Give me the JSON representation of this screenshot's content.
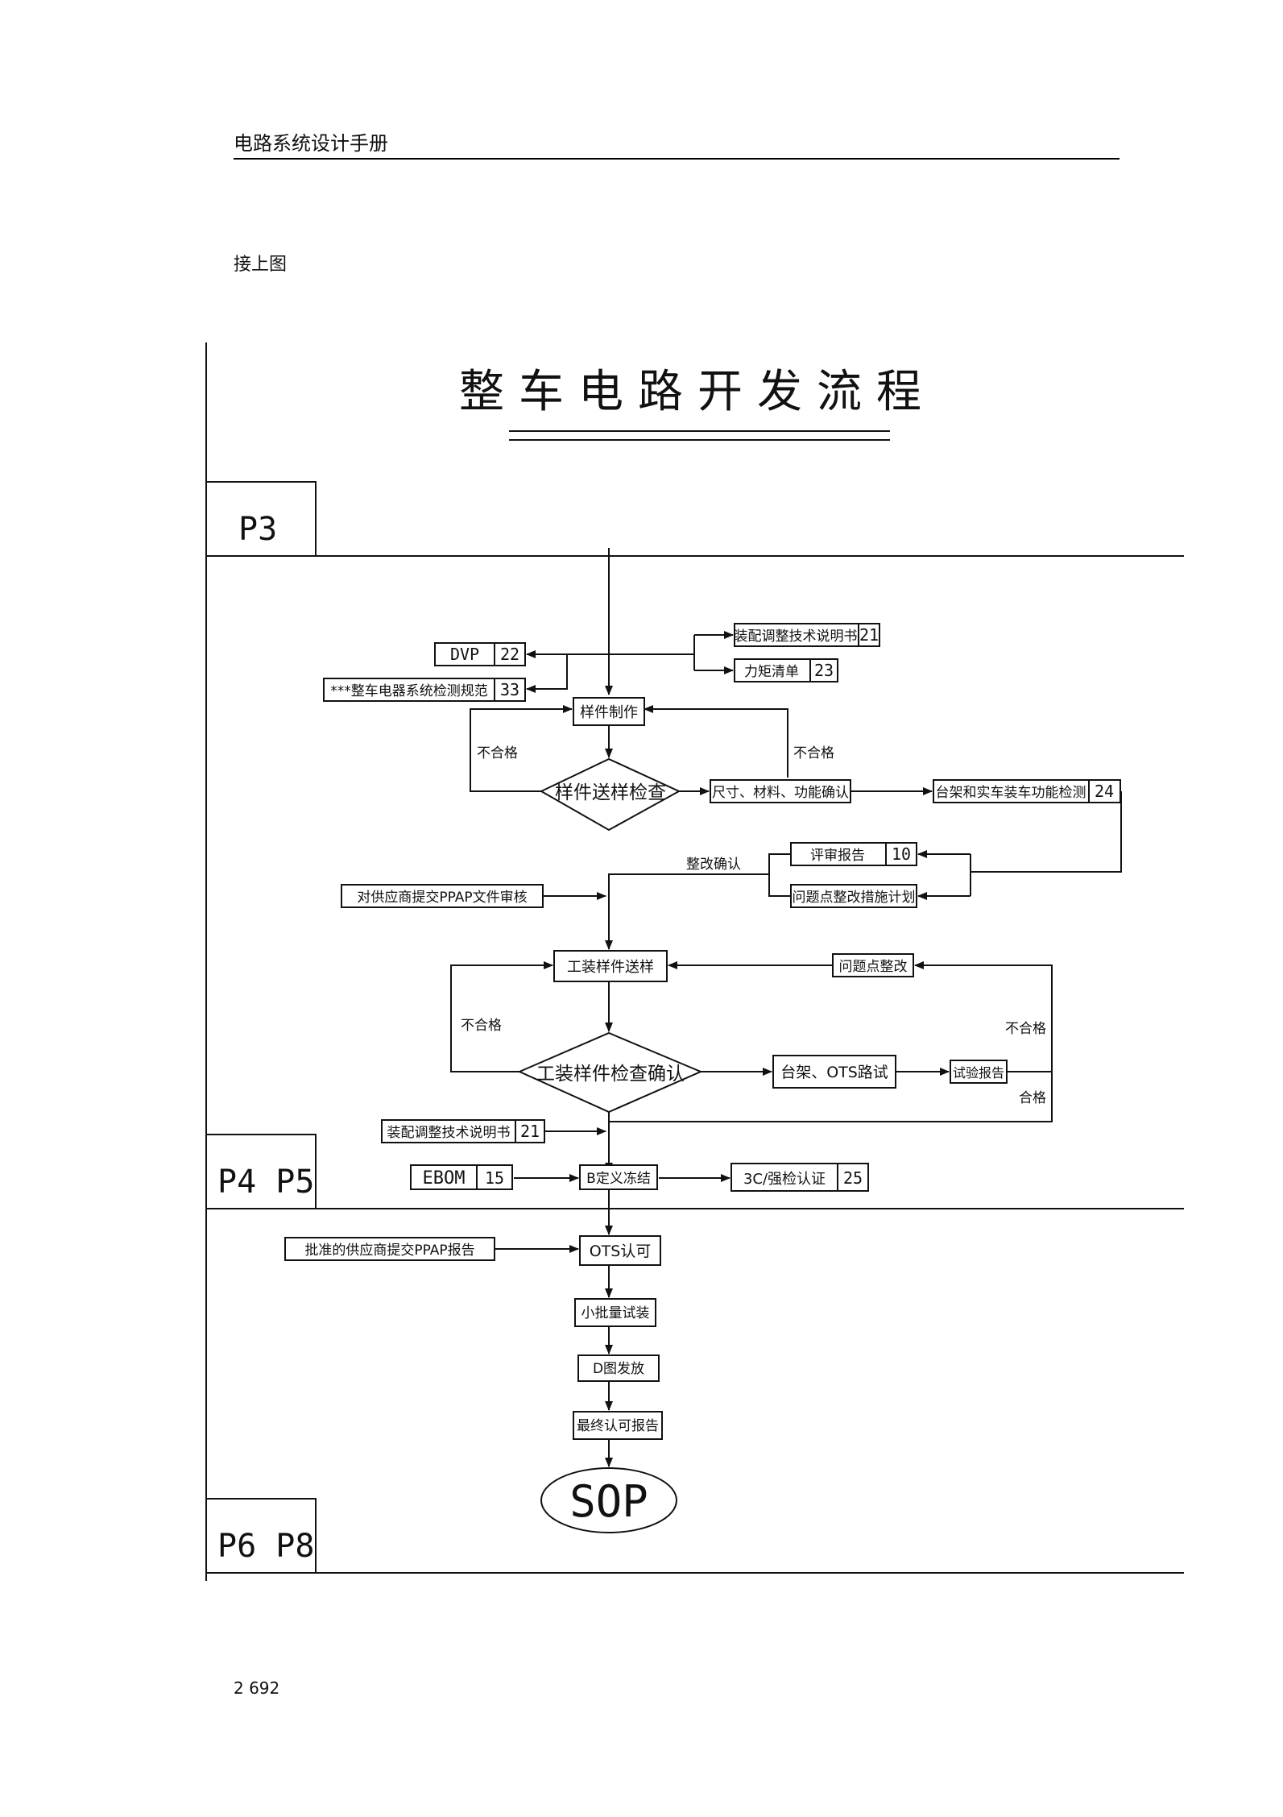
{
  "header": {
    "title": "电路系统设计手册"
  },
  "subtitle": "接上图",
  "footer": {
    "page_number": "2 692"
  },
  "diagram": {
    "title": "整车电路开发流程",
    "phases": {
      "p3": "P3",
      "p4p5": "P4 P5",
      "p6p8": "P6 P8"
    },
    "nodes": {
      "dvp": "DVP",
      "dvp_num": "22",
      "spec": "***整车电器系统检测规范",
      "spec_num": "33",
      "assembly_doc_top": "装配调整技术说明书",
      "assembly_doc_top_num": "21",
      "torque_list": "力矩清单",
      "torque_list_num": "23",
      "sample_make": "样件制作",
      "sample_check": "样件送样检查",
      "size_check": "尺寸、材料、功能确认",
      "bench_check": "台架和实车装车功能检测",
      "bench_check_num": "24",
      "review_report": "评审报告",
      "review_report_num": "10",
      "issue_plan": "问题点整改措施计划",
      "ppap_review": "对供应商提交PPAP文件审核",
      "tooling_sample": "工装样件送样",
      "issue_fix": "问题点整改",
      "tooling_check": "工装样件检查确认",
      "bench_ots": "台架、OTS路试",
      "test_report": "试验报告",
      "assembly_doc_bottom": "装配调整技术说明书",
      "assembly_doc_bottom_num": "21",
      "ebom": "EBOM",
      "ebom_num": "15",
      "b_freeze": "B定义冻结",
      "cert_3c": "3C/强检认证",
      "cert_3c_num": "25",
      "ppap_submit": "批准的供应商提交PPAP报告",
      "ots_approve": "OTS认可",
      "small_batch": "小批量试装",
      "d_release": "D图发放",
      "final_approval": "最终认可报告",
      "sop": "SOP"
    },
    "edge_labels": {
      "reject_left_1": "不合格",
      "reject_right_1": "不合格",
      "rectify_confirm": "整改确认",
      "reject_left_2": "不合格",
      "reject_right_2": "不合格",
      "pass": "合格"
    }
  }
}
